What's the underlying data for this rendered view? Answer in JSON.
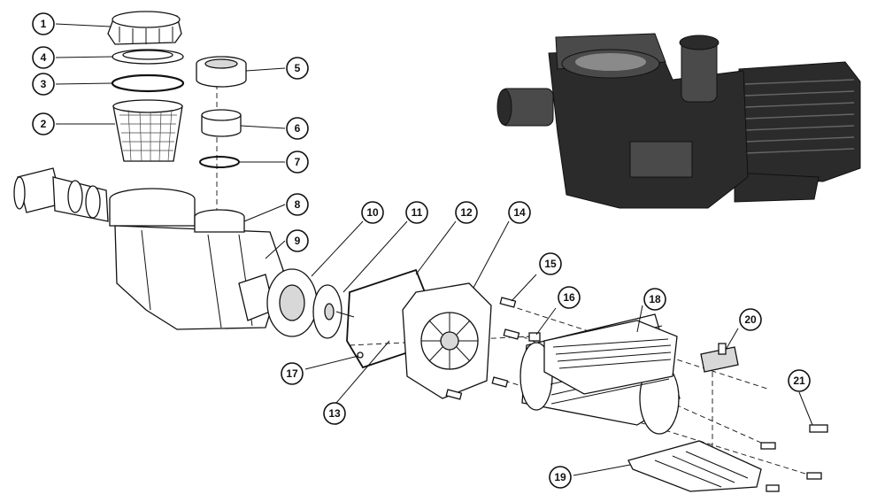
{
  "diagram": {
    "callouts": [
      {
        "id": "callout-1",
        "label": "1"
      },
      {
        "id": "callout-2",
        "label": "2"
      },
      {
        "id": "callout-3",
        "label": "3"
      },
      {
        "id": "callout-4",
        "label": "4"
      },
      {
        "id": "callout-5",
        "label": "5"
      },
      {
        "id": "callout-6",
        "label": "6"
      },
      {
        "id": "callout-7",
        "label": "7"
      },
      {
        "id": "callout-8",
        "label": "8"
      },
      {
        "id": "callout-9",
        "label": "9"
      },
      {
        "id": "callout-10",
        "label": "10"
      },
      {
        "id": "callout-11",
        "label": "11"
      },
      {
        "id": "callout-12",
        "label": "12"
      },
      {
        "id": "callout-13",
        "label": "13"
      },
      {
        "id": "callout-14",
        "label": "14"
      },
      {
        "id": "callout-15",
        "label": "15"
      },
      {
        "id": "callout-16",
        "label": "16"
      },
      {
        "id": "callout-17",
        "label": "17"
      },
      {
        "id": "callout-18",
        "label": "18"
      },
      {
        "id": "callout-19",
        "label": "19"
      },
      {
        "id": "callout-20",
        "label": "20"
      },
      {
        "id": "callout-21",
        "label": "21"
      }
    ]
  }
}
